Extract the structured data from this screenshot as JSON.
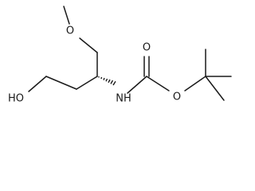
{
  "molecule": {
    "labels": {
      "methoxy_oxygen": "O",
      "hydroxyl": "HO",
      "amine": "NH",
      "carbonyl_oxygen": "O",
      "ester_oxygen": "O"
    },
    "stereo_bond": "hashed wedge",
    "colors": {
      "ink": "#1a1a1a",
      "background": "#ffffff"
    }
  }
}
